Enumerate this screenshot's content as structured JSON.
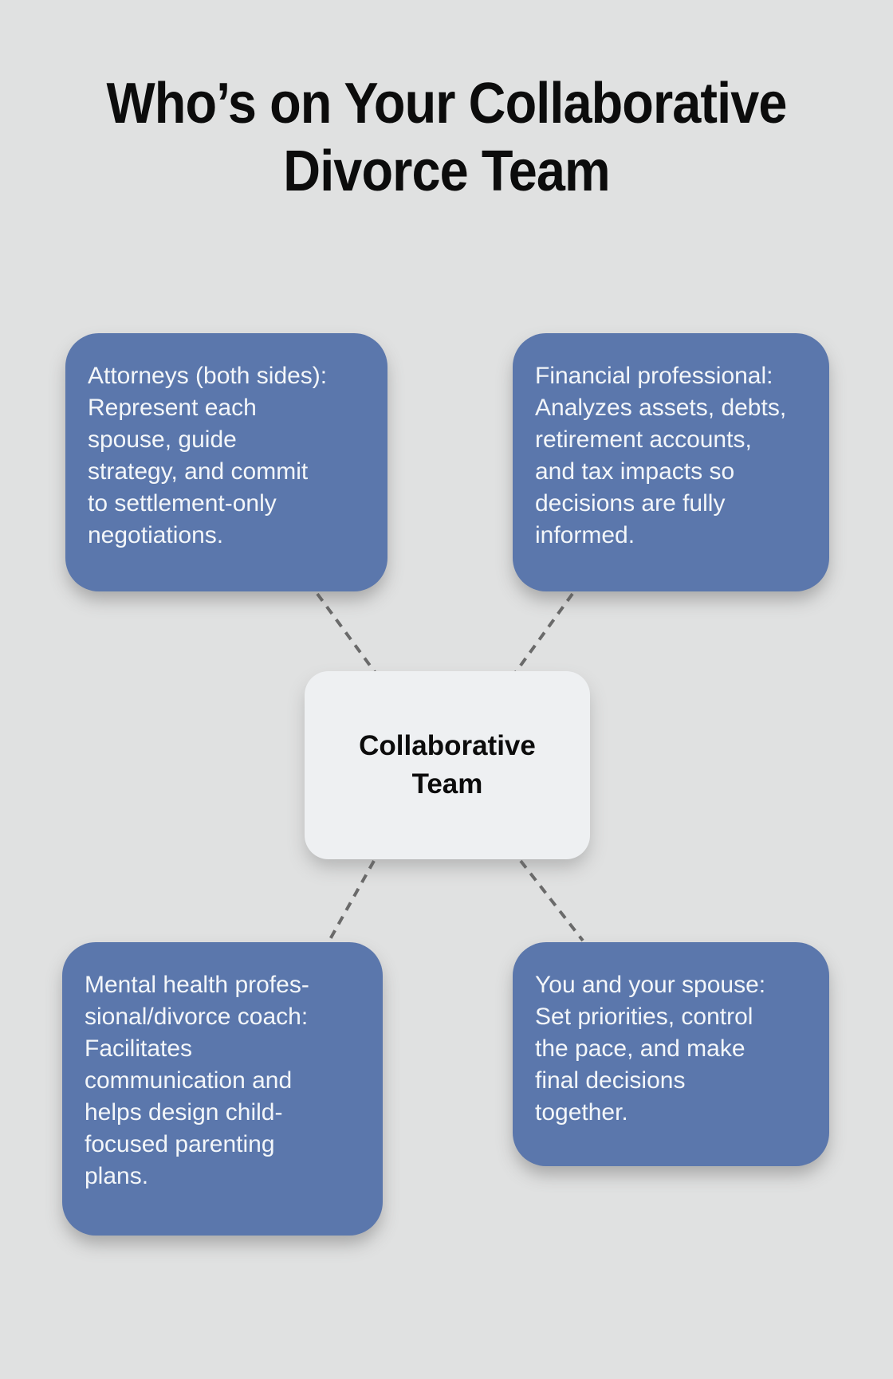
{
  "title": {
    "lines": [
      "Who’s on Your Collaborative",
      "Divorce Team"
    ]
  },
  "center_node": {
    "lines": [
      "Collaborative",
      "Team"
    ]
  },
  "nodes": [
    {
      "id": "attorneys",
      "lines": [
        "Attorneys (both sides):",
        "Represent each",
        "spouse, guide",
        "strategy, and commit",
        "to settlement-only",
        "negotiations."
      ]
    },
    {
      "id": "financial-professional",
      "lines": [
        "Financial professional:",
        "Analyzes assets, debts,",
        "retirement accounts,",
        "and tax impacts so",
        "decisions are fully",
        "informed."
      ]
    },
    {
      "id": "mental-health-professional",
      "lines": [
        "Mental health profes-",
        "sional/divorce coach:",
        "Facilitates",
        "communication and",
        "helps design child-",
        "focused parenting",
        "plans."
      ]
    },
    {
      "id": "you-and-spouse",
      "lines": [
        "You and your spouse:",
        "Set priorities, control",
        "the pace, and make",
        "final decisions",
        "together."
      ]
    }
  ],
  "colors": {
    "background": "#e0e1e1",
    "node_fill": "#5b77ac",
    "node_text": "#f3f6f9",
    "center_fill": "#eef0f2",
    "center_text": "#0c0c0c",
    "title_text": "#0c0c0c",
    "connector": "#6a6a6a"
  }
}
